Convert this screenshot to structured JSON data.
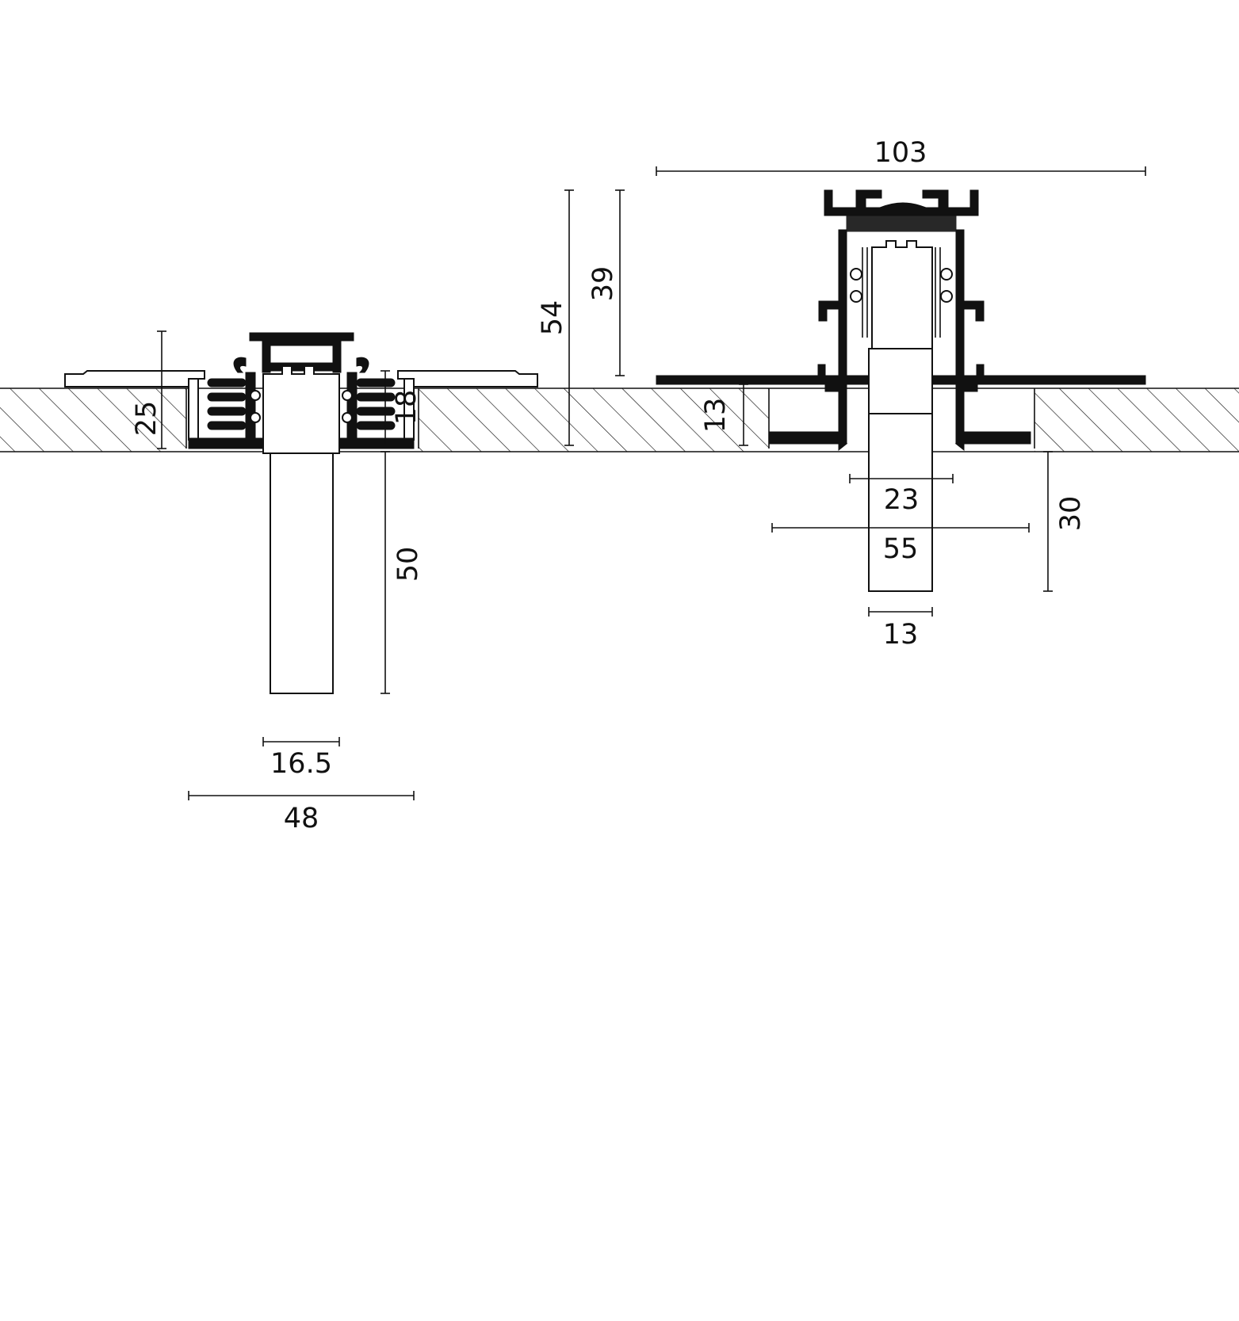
{
  "colors": {
    "ink": "#111111",
    "background": "#ffffff"
  },
  "left_detail": {
    "dim_overall_width": "48",
    "dim_insert_width": "16.5",
    "dim_insert_depth": "50",
    "dim_recess_depth": "25",
    "dim_small": "18"
  },
  "right_detail": {
    "dim_flange_width": "103",
    "dim_total_height": "54",
    "dim_body_height": "39",
    "dim_recess_depth": "13",
    "dim_slot_width": "23",
    "dim_cutout_width": "55",
    "dim_insert_width": "13",
    "dim_insert_depth": "30"
  }
}
